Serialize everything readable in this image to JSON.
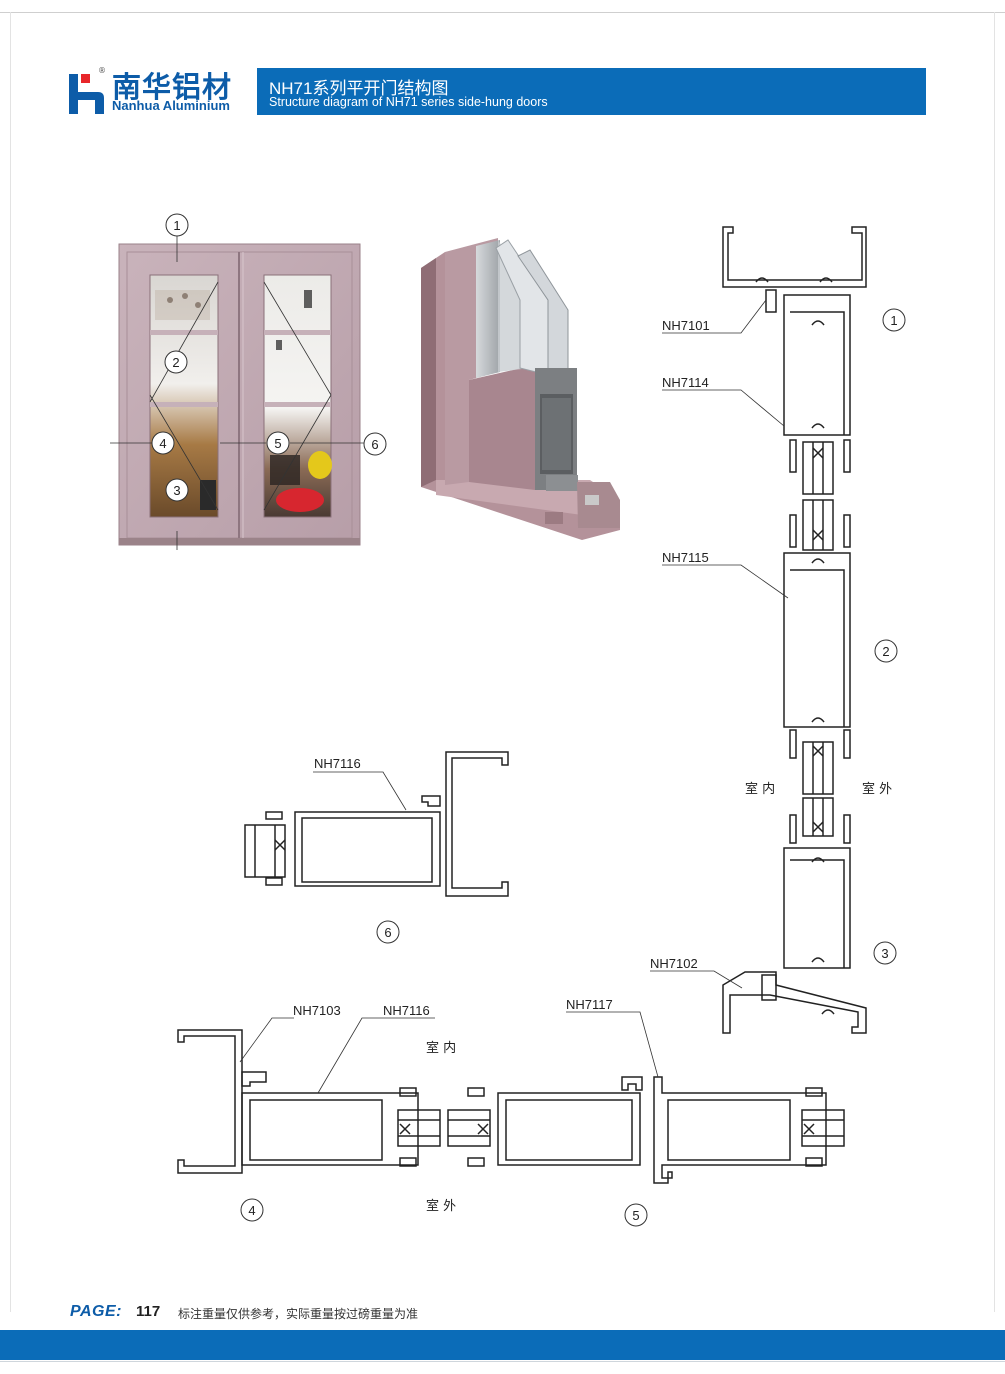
{
  "brand": {
    "name_cn": "南华铝材",
    "name_en": "Nanhua Aluminium",
    "registered_mark": "®",
    "primary_color": "#0b6cb8",
    "accent_color": "#e8262a"
  },
  "header": {
    "title_cn": "NH71系列平开门结构图",
    "title_en": "Structure diagram of NH71 series side-hung doors"
  },
  "door_view": {
    "markers": [
      "1",
      "2",
      "3",
      "4",
      "5",
      "6"
    ]
  },
  "section_vertical": {
    "profiles": [
      "NH7101",
      "NH7114",
      "NH7115",
      "NH7102"
    ],
    "markers": [
      "1",
      "2",
      "3"
    ],
    "indoor_label": "室 内",
    "outdoor_label": "室 外"
  },
  "section_6": {
    "profile": "NH7116",
    "marker": "6"
  },
  "section_4": {
    "profiles": [
      "NH7103",
      "NH7116"
    ],
    "marker": "4"
  },
  "section_5": {
    "profile": "NH7117",
    "marker": "5",
    "indoor_label": "室 内",
    "outdoor_label": "室 外"
  },
  "footer": {
    "page_word": "PAGE:",
    "page_number": "117",
    "note": "标注重量仅供参考，实际重量按过磅重量为准"
  }
}
